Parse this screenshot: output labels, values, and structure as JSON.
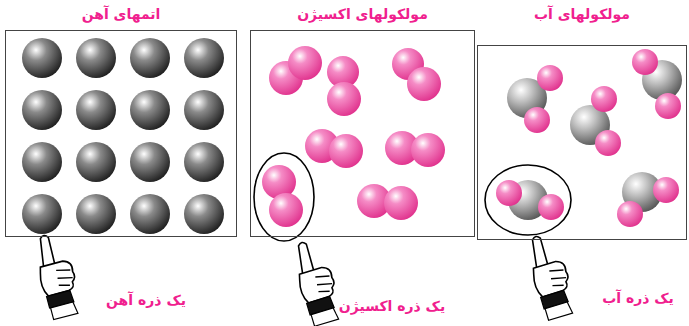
{
  "diagram": {
    "nodes": [
      {
        "text": [
          "مولکولهای آب"
        ]
      },
      {
        "text": [
          "مولکولهای اکسیژن"
        ]
      },
      {
        "text": [
          "اتمهای آهن"
        ]
      }
    ],
    "labels": [
      "یک ذره آب",
      "یک ذره اکسیژن",
      "یک ذره آهن"
    ]
  }
}
